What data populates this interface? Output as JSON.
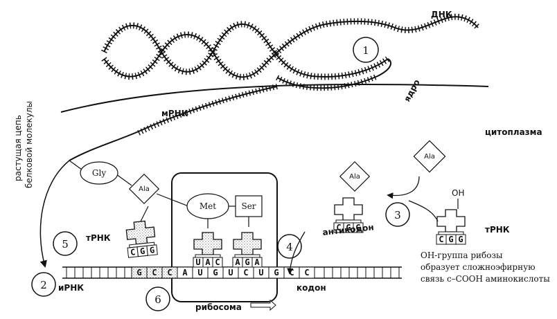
{
  "labels": {
    "dna": "ДНК",
    "nucleus": "ядро",
    "cytoplasm": "цитоплазма",
    "mrna_top": "мРНК",
    "mrna_bottom": "иРНК",
    "trna_left": "тРНК",
    "trna_right": "тРНК",
    "anticodon": "антикодон",
    "codon": "кодон",
    "ribosome": "рибосома",
    "growing_chain_line1": "растущая цепь",
    "growing_chain_line2": "белковой молекулы",
    "oh": "OH",
    "note_line1": "ОН-группа рибозы",
    "note_line2": "образует сложноэфирную",
    "note_line3": "связь с–СООН аминокислоты"
  },
  "amino_acids": {
    "gly": "Gly",
    "ala_chain": "Ala",
    "met": "Met",
    "ser": "Ser",
    "ala_anticodon": "Ala",
    "ala_free": "Ala"
  },
  "steps": [
    "1",
    "2",
    "3",
    "4",
    "5",
    "6"
  ],
  "mrna_bases": [
    "G",
    "C",
    "C",
    "A",
    "U",
    "G",
    "U",
    "C",
    "U",
    "G",
    "C",
    "C"
  ],
  "anticodons": {
    "left_trna": [
      "C",
      "G",
      "G"
    ],
    "met_trna": [
      "U",
      "A",
      "C"
    ],
    "ser_trna": [
      "A",
      "G",
      "A"
    ],
    "incoming_trna": [
      "C",
      "G",
      "G"
    ],
    "free_trna": [
      "C",
      "G",
      "G"
    ]
  },
  "colors": {
    "ink": "#111111",
    "paper": "#ffffff",
    "shade": "#bdbdbd"
  }
}
